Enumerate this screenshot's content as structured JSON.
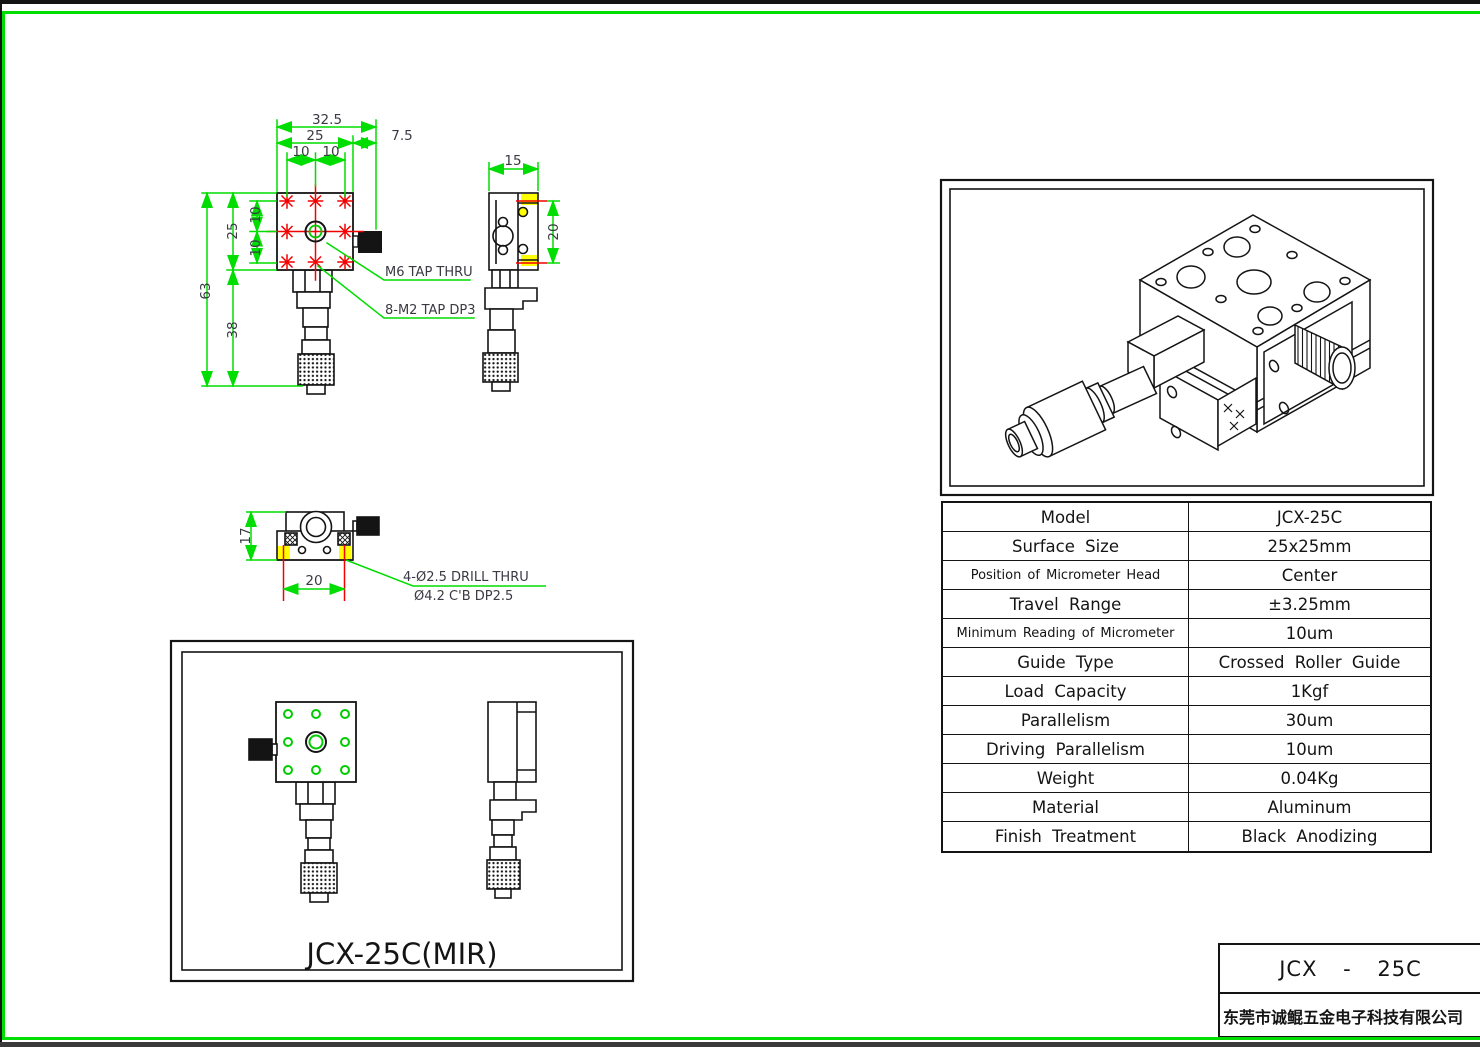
{
  "colors": {
    "dimension_green": "#00DD00",
    "centerline_red": "#F40000",
    "highlight_yellow": "#FFFF00",
    "line_black": "#141414"
  },
  "front_view": {
    "dim_width_total": "32.5",
    "dim_width_body": "25",
    "dim_width_offset": "7.5",
    "dim_hole_left": "10",
    "dim_hole_right": "10",
    "dim_height_body": "25",
    "dim_hole_up": "10",
    "dim_hole_down": "10",
    "dim_height_total": "63",
    "dim_height_micrometer": "38",
    "note_center_tap": "M6 TAP THRU",
    "note_corner_taps": "8-M2 TAP DP3"
  },
  "side_view": {
    "dim_width": "15",
    "dim_hole_span": "20"
  },
  "top_view": {
    "dim_height": "17",
    "dim_hole_span": "20",
    "note_drill_line1": "4-Ø2.5 DRILL THRU",
    "note_drill_line2": "Ø4.2 C'B DP2.5"
  },
  "mir_view": {
    "caption": "JCX-25C(MIR)"
  },
  "spec_table": {
    "rows": [
      {
        "label": "Model",
        "value": "JCX-25C"
      },
      {
        "label": "Surface Size",
        "value": "25x25mm"
      },
      {
        "label": "Position of Micrometer Head",
        "value": "Center"
      },
      {
        "label": "Travel Range",
        "value": "±3.25mm"
      },
      {
        "label": "Minimum Reading of Micrometer",
        "value": "10um"
      },
      {
        "label": "Guide Type",
        "value": "Crossed Roller Guide"
      },
      {
        "label": "Load Capacity",
        "value": "1Kgf"
      },
      {
        "label": "Parallelism",
        "value": "30um"
      },
      {
        "label": "Driving Parallelism",
        "value": "10um"
      },
      {
        "label": "Weight",
        "value": "0.04Kg"
      },
      {
        "label": "Material",
        "value": "Aluminum"
      },
      {
        "label": "Finish Treatment",
        "value": "Black Anodizing"
      }
    ]
  },
  "title_block": {
    "model": "JCX - 25C",
    "company": "东莞市诚鲲五金电子科技有限公司"
  }
}
